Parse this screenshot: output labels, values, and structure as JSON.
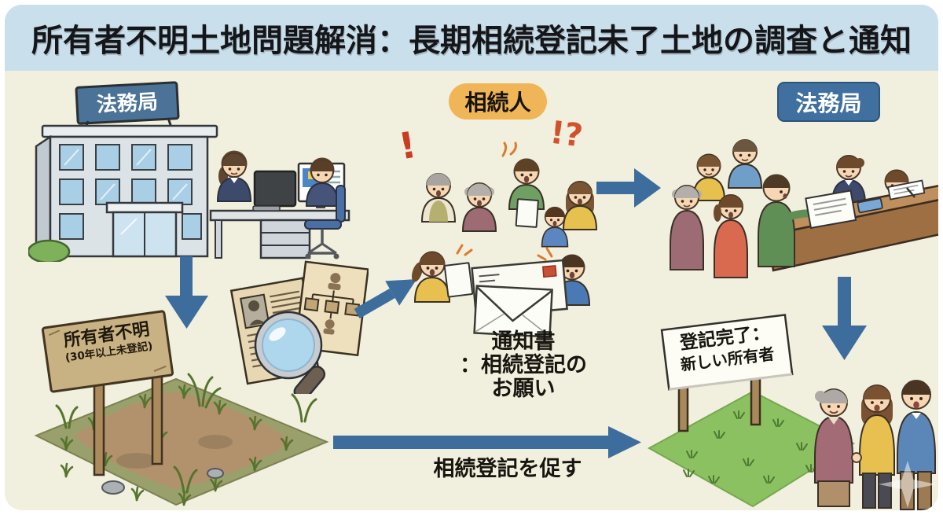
{
  "title": "所有者不明土地問題解消：長期相続登記未了土地の調査と通知",
  "badges": {
    "building_sign": "法務局",
    "heirs": "相続人",
    "homukyoku": "法務局"
  },
  "signs": {
    "unknown_owner": {
      "line1": "所有者不明",
      "line2": "(30年以上未登記)"
    },
    "registration_done": {
      "line1": "登記完了：",
      "line2": "新しい所有者"
    }
  },
  "notice": {
    "line1": "通知書",
    "line2": "：相続登記の",
    "line3": "お願い"
  },
  "flow": {
    "bottom_arrow_label": "相続登記を促す"
  },
  "marks": {
    "exclaim": "!",
    "interrobang": "!?"
  },
  "icons": {
    "magnifier": "magnifying glass over old records",
    "envelope": "notification envelopes",
    "documents": "old register document and family tree chart",
    "arrows": "blue flow arrows"
  },
  "colors": {
    "title_bar_bg": "#c9dfeb",
    "canvas_bg": "#f1efdd",
    "arrow_blue": "#3d6d9d",
    "heirs_badge_bg": "#efb557",
    "homukyoku_badge_bg": "#40709f",
    "building_sign_bg": "#4a7397",
    "wood_sign": "#c8b183",
    "grass_green": "#8cc162",
    "dirt_brown": "#b2926d",
    "alert_red": "#c93b22",
    "alert_orange": "#d2512b"
  }
}
